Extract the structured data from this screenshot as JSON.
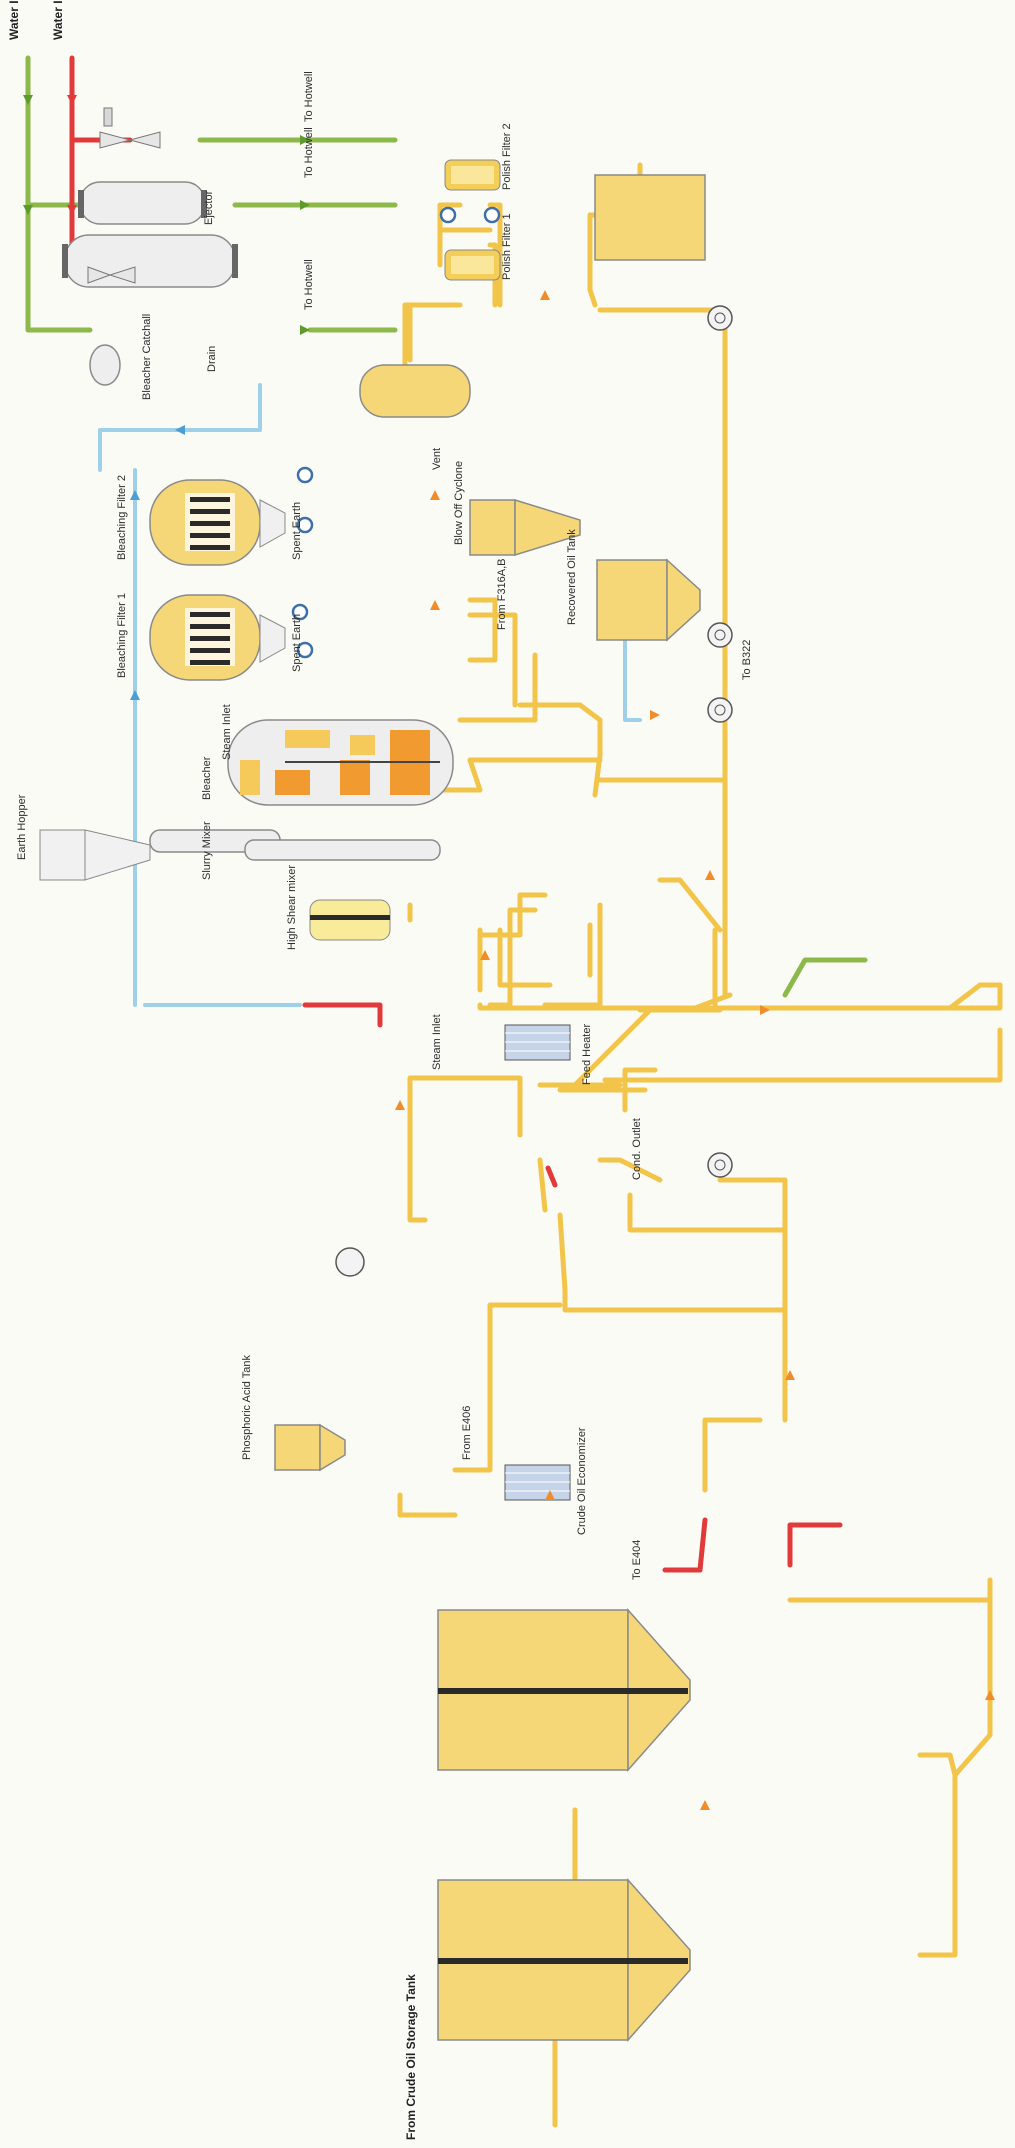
{
  "diagram": {
    "labels": {
      "water_inlet_1": "Water Inlet",
      "water_inlet_2": "Water Inlet",
      "to_hotwell_1": "To Hotwell",
      "to_hotwell_2": "To Hotwell",
      "to_hotwell_3": "To Hotwell",
      "ejector": "Ejector",
      "polish_filter_1": "Polish Filter 1",
      "polish_filter_2": "Polish Filter 2",
      "bleacher_catchall": "Bleacher Catchall",
      "drain": "Drain",
      "bleaching_filter_1": "Bleaching Filter 1",
      "bleaching_filter_2": "Bleaching Filter 2",
      "spent_earth_1": "Spent Earth",
      "spent_earth_2": "Spent Earth",
      "vent": "Vent",
      "blow_off_cyclone": "Blow Off Cyclone",
      "from_f316ab": "From F316A,B",
      "recovered_oil_tank": "Recovered Oil Tank",
      "to_b322": "To B322",
      "steam_inlet_top": "Steam Inlet",
      "earth_hopper": "Earth Hopper",
      "bleacher": "Bleacher",
      "slurry_mixer": "Slurry Mixer",
      "high_shear_mixer": "High Shear mixer",
      "steam_inlet_mid": "Steam Inlet",
      "feed_heater": "Feed Heater",
      "cond_outlet": "Cond. Outlet",
      "phosphoric_acid_tank": "Phosphoric Acid Tank",
      "from_e406": "From E406",
      "crude_oil_economizer": "Crude Oil Economizer",
      "to_e404": "To E404",
      "from_crude_oil_storage_tank": "From Crude Oil Storage Tank"
    },
    "colors": {
      "oil_line": "#f2c54a",
      "vapor_line": "#9fd0ea",
      "water_line": "#8db84a",
      "steam_line": "#e03a3a",
      "tank_fill": "#f5d778",
      "filter_ring": "#3d6fa8"
    }
  }
}
